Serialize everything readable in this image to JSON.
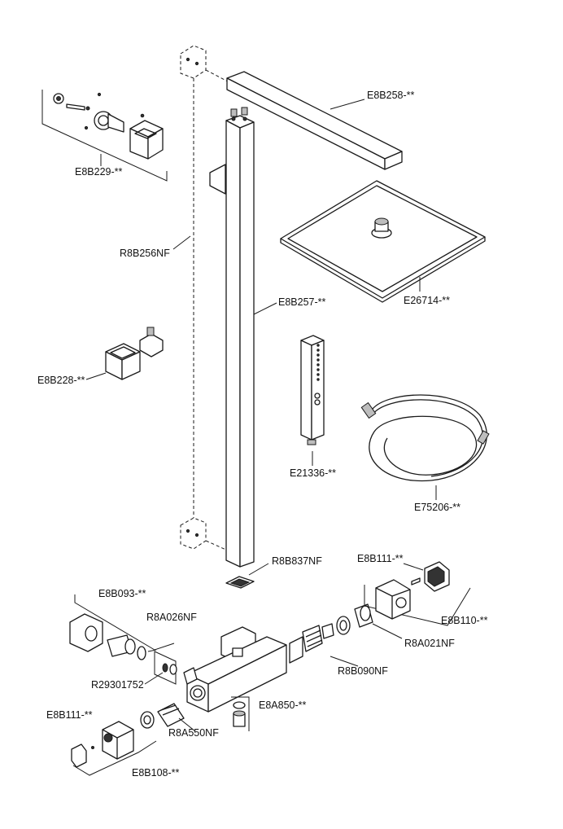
{
  "labels": {
    "e8b258": "E8B258-**",
    "e8b229": "E8B229-**",
    "r8b256nf": "R8B256NF",
    "e26714": "E26714-**",
    "e8b257": "E8B257-**",
    "e8b228": "E8B228-**",
    "e21336": "E21336-**",
    "e75206": "E75206-**",
    "r8b837nf": "R8B837NF",
    "e8b111_top": "E8B111-**",
    "e8b093": "E8B093-**",
    "r8a026nf": "R8A026NF",
    "e8b110": "E8B110-**",
    "r8a021nf": "R8A021NF",
    "r29301752": "R29301752",
    "r8b090nf": "R8B090NF",
    "e8a850": "E8A850-**",
    "e8b111_bottom": "E8B111-**",
    "r8a550nf": "R8A550NF",
    "e8b108": "E8B108-**"
  }
}
